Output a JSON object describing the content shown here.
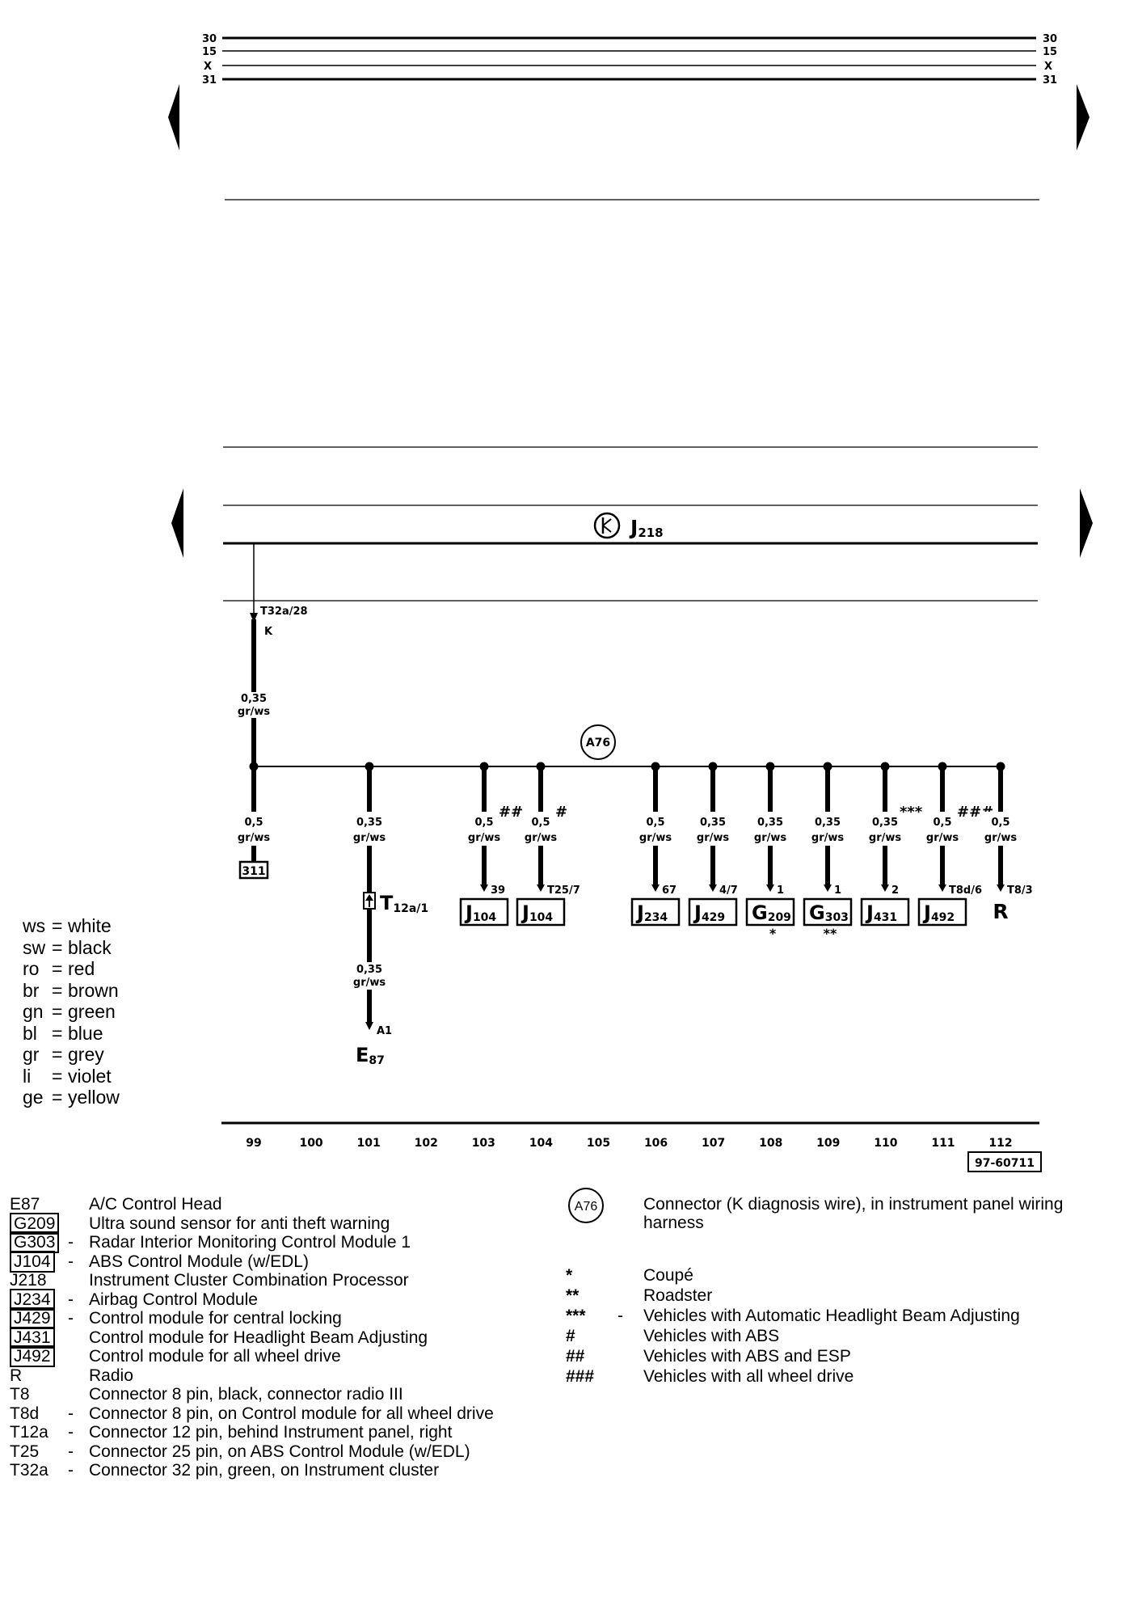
{
  "rails": {
    "left": [
      "30",
      "15",
      "X",
      "31"
    ],
    "right": [
      "30",
      "15",
      "X",
      "31"
    ]
  },
  "cluster": {
    "code": "J",
    "sub": "218"
  },
  "pin_top": {
    "connector": "T32a/28",
    "wire_id": "K"
  },
  "trunk_wire": {
    "size": "0,35",
    "color": "gr/ws"
  },
  "junction": {
    "label": "A76"
  },
  "branches": [
    {
      "size": "0,5",
      "color": "gr/ws",
      "mark": "",
      "pin": "",
      "comp": "311",
      "comp_sub": "",
      "below": ""
    },
    {
      "size": "0,35",
      "color": "gr/ws",
      "mark": "",
      "pin": "",
      "comp": "",
      "comp_sub": "",
      "below": ""
    },
    {
      "size": "0,5",
      "color": "gr/ws",
      "mark": "##",
      "pin": "39",
      "comp": "J",
      "comp_sub": "104",
      "below": ""
    },
    {
      "size": "0,5",
      "color": "gr/ws",
      "mark": "#",
      "pin": "T25/7",
      "comp": "J",
      "comp_sub": "104",
      "below": ""
    },
    {
      "size": "0,5",
      "color": "gr/ws",
      "mark": "",
      "pin": "67",
      "comp": "J",
      "comp_sub": "234",
      "below": ""
    },
    {
      "size": "0,35",
      "color": "gr/ws",
      "mark": "",
      "pin": "4/7",
      "comp": "J",
      "comp_sub": "429",
      "below": ""
    },
    {
      "size": "0,35",
      "color": "gr/ws",
      "mark": "",
      "pin": "1",
      "comp": "G",
      "comp_sub": "209",
      "below": "*"
    },
    {
      "size": "0,35",
      "color": "gr/ws",
      "mark": "",
      "pin": "1",
      "comp": "G",
      "comp_sub": "303",
      "below": "**"
    },
    {
      "size": "0,35",
      "color": "gr/ws",
      "mark": "***",
      "pin": "2",
      "comp": "J",
      "comp_sub": "431",
      "below": ""
    },
    {
      "size": "0,5",
      "color": "gr/ws",
      "mark": "###",
      "pin": "T8d/6",
      "comp": "J",
      "comp_sub": "492",
      "below": ""
    },
    {
      "size": "0,5",
      "color": "gr/ws",
      "mark": "",
      "pin": "T8/3",
      "comp": "R",
      "comp_sub": "",
      "below": ""
    }
  ],
  "t12a": {
    "code": "T",
    "sub": "12a/1",
    "size": "0,35",
    "color": "gr/ws",
    "pin": "A1",
    "comp": "E",
    "comp_sub": "87"
  },
  "columns": [
    "99",
    "100",
    "101",
    "102",
    "103",
    "104",
    "105",
    "106",
    "107",
    "108",
    "109",
    "110",
    "111",
    "112"
  ],
  "diagram_id": "97-60711",
  "color_key": [
    {
      "code": "ws",
      "name": "white"
    },
    {
      "code": "sw",
      "name": "black"
    },
    {
      "code": "ro",
      "name": "red"
    },
    {
      "code": "br",
      "name": "brown"
    },
    {
      "code": "gn",
      "name": "green"
    },
    {
      "code": "bl",
      "name": "blue"
    },
    {
      "code": "gr",
      "name": "grey"
    },
    {
      "code": "li",
      "name": "violet"
    },
    {
      "code": "ge",
      "name": "yellow"
    }
  ],
  "legend_left": [
    {
      "code": "E87",
      "boxed": false,
      "dash": "",
      "text": "A/C Control Head"
    },
    {
      "code": "G209",
      "boxed": true,
      "dash": "",
      "text": "Ultra sound sensor for anti theft warning"
    },
    {
      "code": "G303",
      "boxed": true,
      "dash": "-",
      "text": "Radar Interior Monitoring Control Module 1"
    },
    {
      "code": "J104",
      "boxed": true,
      "dash": "-",
      "text": "ABS Control Module (w/EDL)"
    },
    {
      "code": "J218",
      "boxed": false,
      "dash": "",
      "text": "Instrument Cluster Combination Processor"
    },
    {
      "code": "J234",
      "boxed": true,
      "dash": "-",
      "text": "Airbag Control Module"
    },
    {
      "code": "J429",
      "boxed": true,
      "dash": "-",
      "text": "Control module for central locking"
    },
    {
      "code": "J431",
      "boxed": true,
      "dash": "",
      "text": "Control module for Headlight Beam Adjusting"
    },
    {
      "code": "J492",
      "boxed": true,
      "dash": "",
      "text": "Control module for all wheel drive"
    },
    {
      "code": "R",
      "boxed": false,
      "dash": "",
      "text": "Radio"
    },
    {
      "code": "T8",
      "boxed": false,
      "dash": "",
      "text": "Connector 8 pin, black, connector radio III"
    },
    {
      "code": "T8d",
      "boxed": false,
      "dash": "-",
      "text": "Connector 8 pin, on Control module for all wheel drive"
    },
    {
      "code": "T12a",
      "boxed": false,
      "dash": "-",
      "text": "Connector 12 pin, behind Instrument panel, right"
    },
    {
      "code": "T25",
      "boxed": false,
      "dash": "-",
      "text": "Connector 25 pin, on ABS Control Module (w/EDL)"
    },
    {
      "code": "T32a",
      "boxed": false,
      "dash": "-",
      "text": "Connector 32 pin, green, on Instrument cluster"
    }
  ],
  "legend_right_connector": {
    "code": "A76",
    "text": "Connector (K diagnosis wire), in instrument panel wiring harness"
  },
  "legend_right_marks": [
    {
      "mark": "*",
      "dash": "",
      "text": "Coupé"
    },
    {
      "mark": "**",
      "dash": "",
      "text": "Roadster"
    },
    {
      "mark": "***",
      "dash": "-",
      "text": "Vehicles with Automatic Headlight Beam Adjusting"
    },
    {
      "mark": "#",
      "dash": "",
      "text": "Vehicles with ABS"
    },
    {
      "mark": "##",
      "dash": "",
      "text": "Vehicles with ABS and ESP"
    },
    {
      "mark": "###",
      "dash": "",
      "text": "Vehicles with all wheel drive"
    }
  ]
}
